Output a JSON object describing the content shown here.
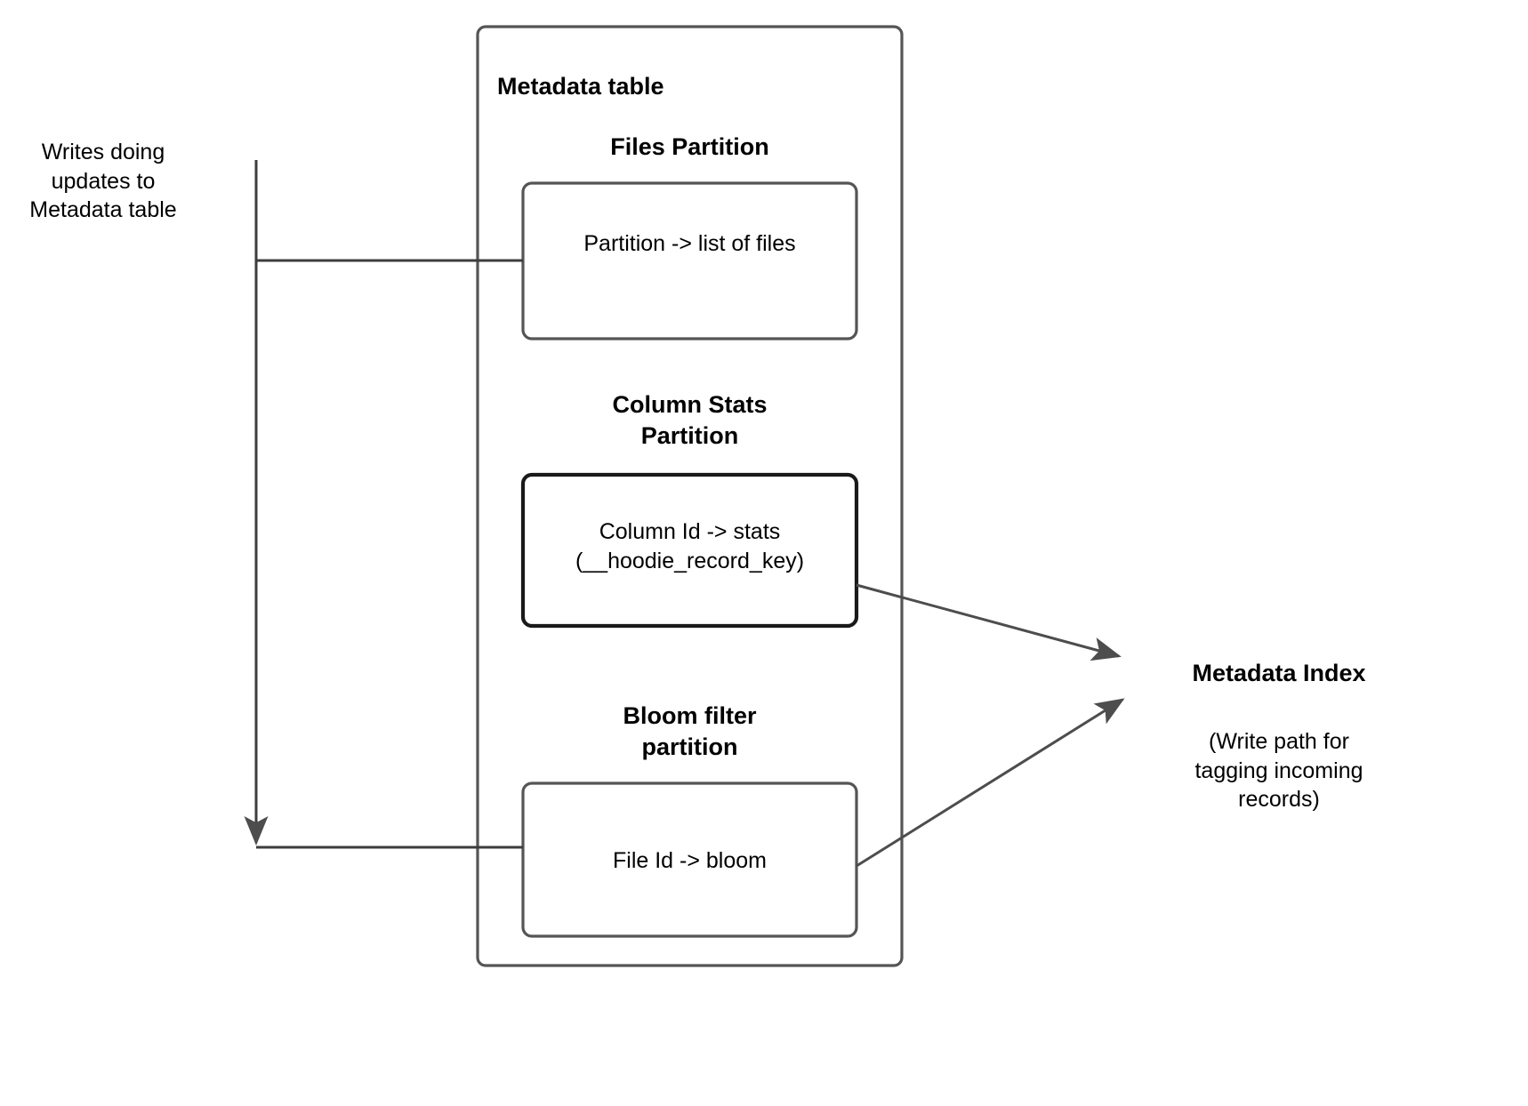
{
  "diagram": {
    "title_left_annotation": "Writes doing\nupdates to\nMetadata table",
    "container": {
      "label": "Metadata table"
    },
    "partitions": [
      {
        "heading": "Files Partition",
        "box_text": "Partition -> list of files"
      },
      {
        "heading": "Column Stats\nPartition",
        "box_text": "Column Id  -> stats\n(__hoodie_record_key)"
      },
      {
        "heading": "Bloom filter\npartition",
        "box_text": "File Id -> bloom"
      }
    ],
    "right_node": {
      "title": "Metadata Index",
      "caption": "(Write path for\ntagging incoming\nrecords)"
    },
    "colors": {
      "stroke": "#3d3d3d",
      "stroke_strong": "#1a1a1a",
      "arrow_fill": "#4d4d4d",
      "background": "#ffffff",
      "text": "#000000"
    }
  }
}
